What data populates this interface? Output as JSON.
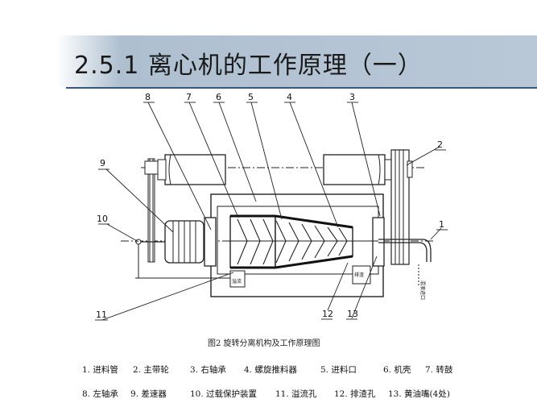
{
  "title": "2.5.1 离心机的工作原理（一）",
  "diagram": {
    "callouts": [
      "1",
      "2",
      "3",
      "4",
      "5",
      "6",
      "7",
      "8",
      "9",
      "10",
      "11",
      "12",
      "13"
    ],
    "inner_labels": {
      "outlet_left": "溢流",
      "outlet_right": "排渣",
      "inlet": "混液进口"
    },
    "caption": "图2  旋转分离机构及工作原理图",
    "legend": [
      "1. 进料管",
      "2.  主带轮",
      "3. 右轴承",
      "4.  螺旋推料器",
      "5. 进料口",
      "6. 机壳",
      "7.  转鼓",
      "8. 左轴承",
      "9. 差速器",
      "10. 过载保护装置",
      "11.  溢流孔",
      "12. 排渣孔",
      "13. 黄油嘴(4处)"
    ]
  }
}
